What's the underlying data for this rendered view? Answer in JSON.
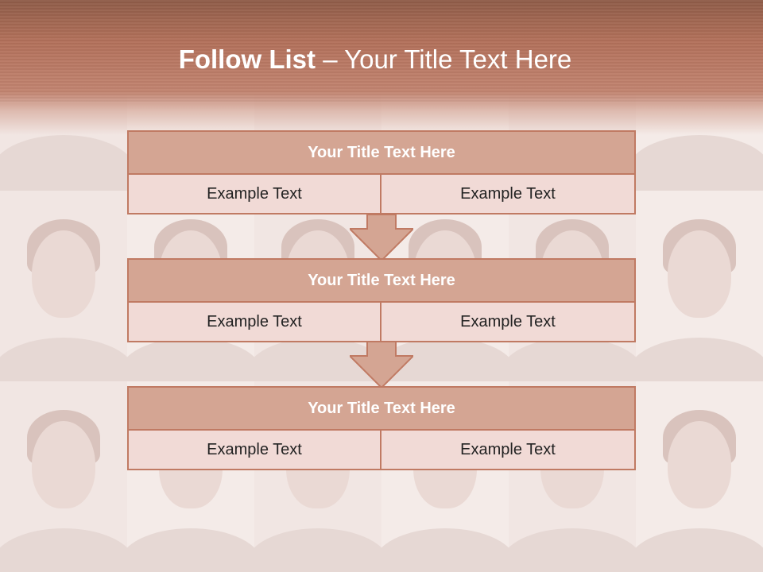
{
  "slide": {
    "title_bold": "Follow List ",
    "title_rest": " – Your Title Text Here"
  },
  "blocks": [
    {
      "title": "Your Title Text Here",
      "left": "Example Text",
      "right": "Example Text"
    },
    {
      "title": "Your Title Text Here",
      "left": "Example Text",
      "right": "Example Text"
    },
    {
      "title": "Your Title Text Here",
      "left": "Example Text",
      "right": "Example Text"
    }
  ],
  "colors": {
    "header": "#b2705a",
    "block_title_fill": "#d4a593",
    "block_border": "#c07a63",
    "block_cell_fill": "#f1dad6",
    "arrow_fill": "#d4a593"
  },
  "icons": [
    "down-arrow-icon",
    "down-arrow-icon"
  ]
}
